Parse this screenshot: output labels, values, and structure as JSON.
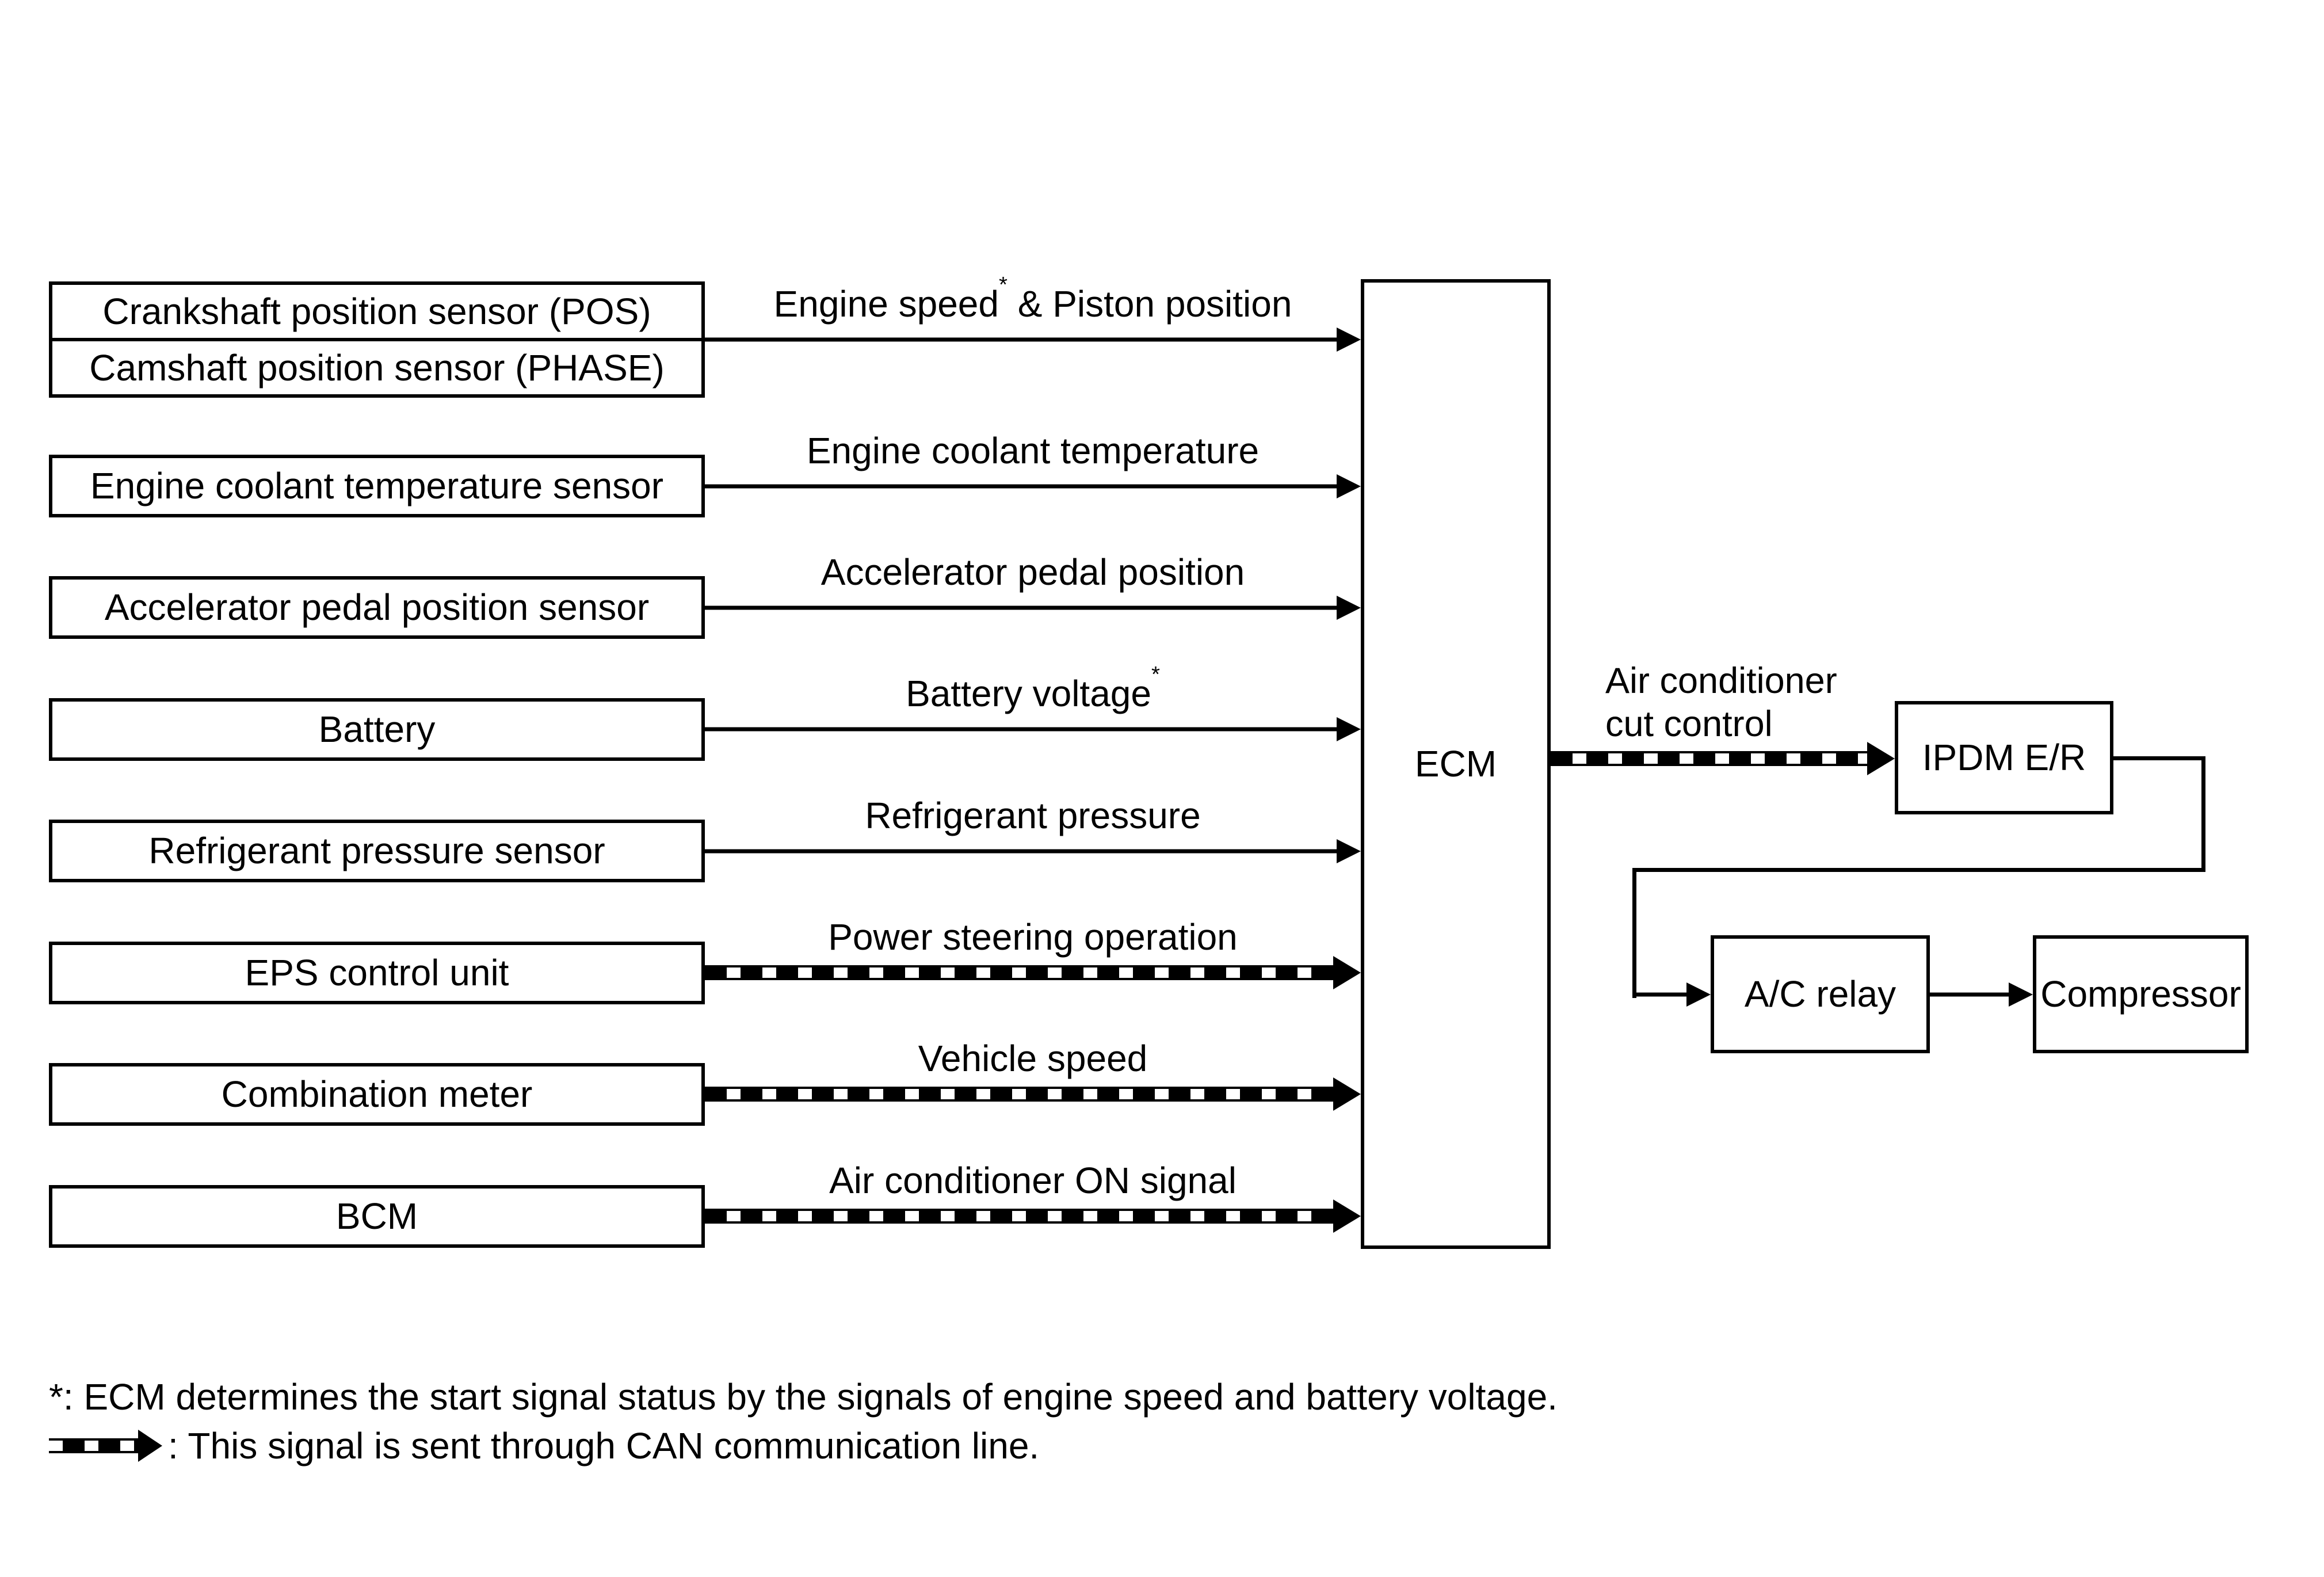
{
  "colors": {
    "ink": "#000000",
    "background": "#ffffff"
  },
  "rows": [
    {
      "source_top": "Crankshaft position sensor (POS)",
      "source_bottom": "Camshaft position sensor (PHASE)",
      "signal_pre": "Engine speed",
      "signal_sup": "*",
      "signal_post": " & Piston position",
      "line_style": "solid"
    },
    {
      "source": "Engine coolant temperature sensor",
      "signal_pre": "Engine coolant temperature",
      "signal_sup": "",
      "signal_post": "",
      "line_style": "solid"
    },
    {
      "source": "Accelerator pedal position sensor",
      "signal_pre": "Accelerator pedal position",
      "signal_sup": "",
      "signal_post": "",
      "line_style": "solid"
    },
    {
      "source": "Battery",
      "signal_pre": "Battery voltage",
      "signal_sup": "*",
      "signal_post": "",
      "line_style": "solid"
    },
    {
      "source": "Refrigerant pressure sensor",
      "signal_pre": "Refrigerant pressure",
      "signal_sup": "",
      "signal_post": "",
      "line_style": "solid"
    },
    {
      "source": "EPS control unit",
      "signal_pre": "Power steering operation",
      "signal_sup": "",
      "signal_post": "",
      "line_style": "can"
    },
    {
      "source": "Combination meter",
      "signal_pre": "Vehicle speed",
      "signal_sup": "",
      "signal_post": "",
      "line_style": "can"
    },
    {
      "source": "BCM",
      "signal_pre": "Air conditioner ON signal",
      "signal_sup": "",
      "signal_post": "",
      "line_style": "can"
    }
  ],
  "ecm": {
    "label": "ECM"
  },
  "output_chain": {
    "cut_control_label": "Air conditioner\ncut control",
    "ipdm_label": "IPDM E/R",
    "ac_relay_label": "A/C relay",
    "compressor_label": "Compressor"
  },
  "footnotes": {
    "asterisk_note": "*: ECM determines the start signal status by the signals of engine speed and battery voltage.",
    "can_symbol": "can-striped-arrow",
    "can_note": ": This signal is sent through CAN communication line."
  }
}
